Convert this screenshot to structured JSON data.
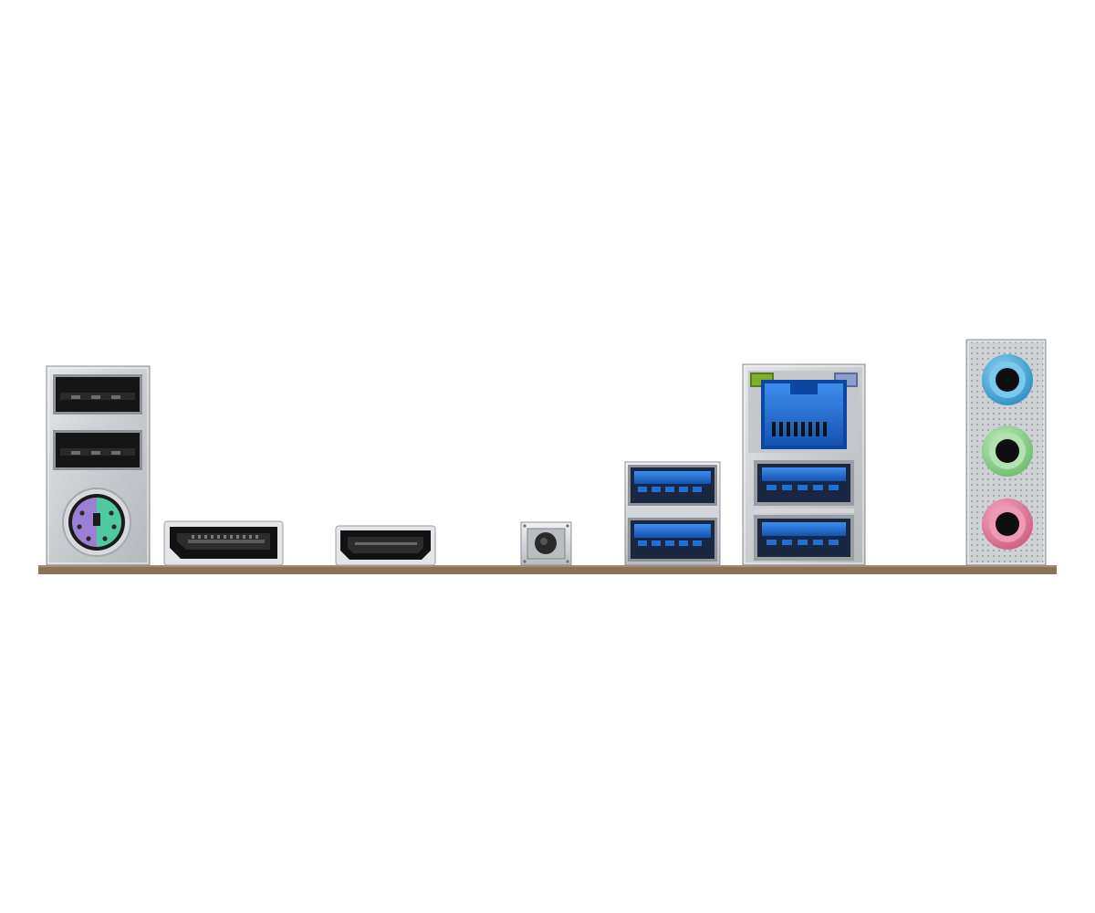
{
  "scene": {
    "subject": "motherboard-rear-io-panel",
    "background_color": "#ffffff",
    "pcb_edge_color": "#8b7355"
  },
  "ports": [
    {
      "id": "usb2-top",
      "kind": "usb-2.0",
      "color": "#1a1a1a"
    },
    {
      "id": "usb2-bottom",
      "kind": "usb-2.0",
      "color": "#1a1a1a"
    },
    {
      "id": "ps2-combo",
      "kind": "ps2-keyboard-mouse",
      "colors": [
        "#9b7fd4",
        "#4fc9a0"
      ]
    },
    {
      "id": "displayport",
      "kind": "displayport",
      "color": "#1a1a1a"
    },
    {
      "id": "hdmi",
      "kind": "hdmi",
      "color": "#1a1a1a"
    },
    {
      "id": "bios-flashback-button",
      "kind": "push-button",
      "color": "#3a3a3a"
    },
    {
      "id": "usb3-left-top",
      "kind": "usb-3.2",
      "color": "#1e6fd9"
    },
    {
      "id": "usb3-left-bottom",
      "kind": "usb-3.2",
      "color": "#1e6fd9"
    },
    {
      "id": "rj45-lan",
      "kind": "ethernet",
      "color": "#1e6fd9",
      "led_colors": [
        "#7fae2a",
        "#8fa0c8"
      ]
    },
    {
      "id": "usb3-right-top",
      "kind": "usb-3.2",
      "color": "#1e6fd9"
    },
    {
      "id": "usb3-right-bottom",
      "kind": "usb-3.2",
      "color": "#1e6fd9"
    },
    {
      "id": "audio-line-in",
      "kind": "audio-jack",
      "color": "#4ab3e0"
    },
    {
      "id": "audio-line-out",
      "kind": "audio-jack",
      "color": "#8fd18f"
    },
    {
      "id": "audio-mic-in",
      "kind": "audio-jack",
      "color": "#e07a9a"
    }
  ]
}
